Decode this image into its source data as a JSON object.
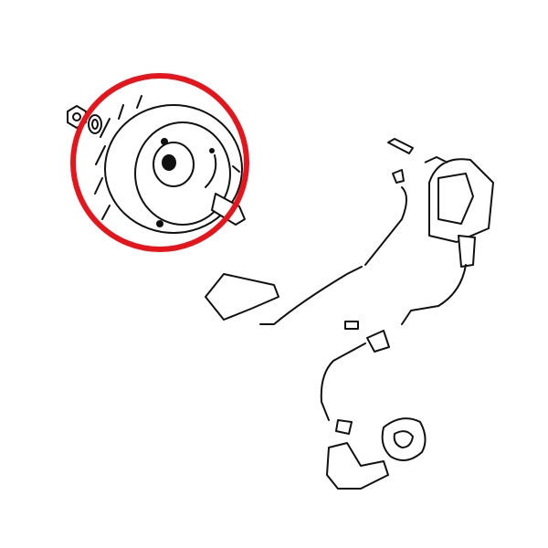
{
  "diagram": {
    "kind": "exploded parts line drawing",
    "highlight": {
      "shape": "circle",
      "color": "#e8141b",
      "target": "flywheel"
    },
    "line_color": "#111111",
    "background": "#ffffff"
  }
}
